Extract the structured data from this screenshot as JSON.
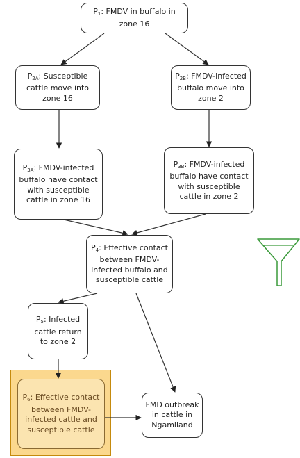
{
  "nodes": {
    "p1": {
      "prefix": "P",
      "sub": "1",
      "text": ": FMDV in buffalo in zone 16"
    },
    "p2a": {
      "prefix": "P",
      "sub": "2A",
      "text": ": Susceptible cattle move into zone 16"
    },
    "p2b": {
      "prefix": "P",
      "sub": "2B",
      "text": ": FMDV-infected buffalo move into zone 2"
    },
    "p3a": {
      "prefix": "P",
      "sub": "3A",
      "text": ": FMDV-infected buffalo have contact with susceptible cattle in zone 16"
    },
    "p3b": {
      "prefix": "P",
      "sub": "3B",
      "text": ": FMDV-infected buffalo have contact with susceptible cattle in zone 2"
    },
    "p4": {
      "prefix": "P",
      "sub": "4",
      "text": ": Effective contact between FMDV-infected buffalo and susceptible cattle"
    },
    "p5": {
      "prefix": "P",
      "sub": "5",
      "text": ": Infected cattle return to zone 2"
    },
    "p6": {
      "prefix": "P",
      "sub": "6",
      "text": ": Effective contact between FMDV-infected cattle and susceptible cattle"
    },
    "outcome": {
      "text": "FMD outbreak in cattle in Ngamiland"
    }
  },
  "colors": {
    "highlight_fill": "#fbd88e",
    "highlight_border": "#c58a0d",
    "funnel_stroke": "#3a9a3a"
  },
  "icons": {
    "filter": "funnel-icon"
  }
}
